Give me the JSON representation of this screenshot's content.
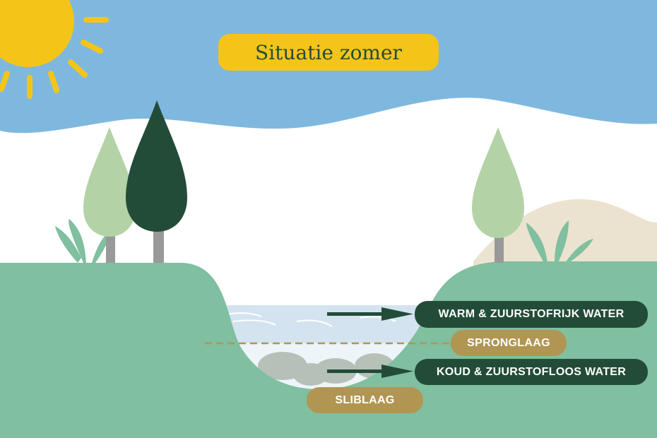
{
  "title": "Situatie zomer",
  "labels": {
    "warm": "WARM & ZUURSTOFRIJK WATER",
    "spronglaag": "SPRONGLAAG",
    "koud": "KOUD & ZUURSTOFLOOS WATER",
    "sliblaag": "SLIBLAAG"
  },
  "colors": {
    "sky": "#7fb8df",
    "grass": "#80bf9f",
    "dark_green": "#234c38",
    "gold": "#b09652",
    "sun": "#f4c518",
    "water": "#d3e4f0"
  }
}
